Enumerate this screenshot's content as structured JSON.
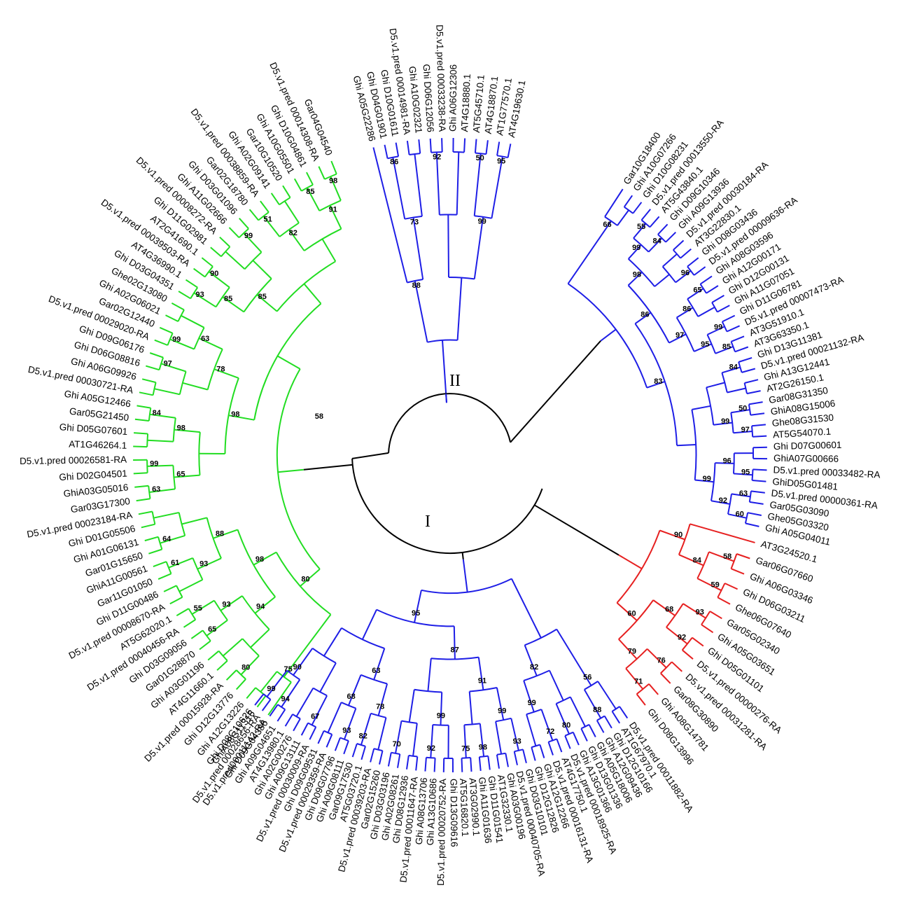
{
  "figure": {
    "clade_labels": [
      "I",
      "II"
    ],
    "colors": {
      "green": "#22dd22",
      "blue": "#1e1ee6",
      "red": "#e62020",
      "black": "#000000"
    }
  },
  "groups": [
    {
      "id": "II_top",
      "color": "blue",
      "leaves": [
        "AT4G19630.1",
        "AT1G77570.1",
        "AT4G18870.1",
        "AT5G45710.1",
        "AT4G18880.1",
        "Ghi A06G12306",
        "D5.v1.pred 00033238-RA",
        "Ghi D06G12056",
        "Ghi A10G02321",
        "D5.v1.pred 00014981-RA",
        "Ghi D10G01611",
        "Ghi D04G01901",
        "Ghi A05G22286"
      ],
      "bootstrap": [
        "95",
        "50",
        "92",
        "86",
        "99",
        "73",
        "88"
      ]
    },
    {
      "id": "green",
      "color": "green",
      "leaves": [
        "Gar04G04540",
        "D5.v1.pred 00014308-RA",
        "Ghi D10G04861",
        "Ghi A10G05501",
        "Gar10G10520",
        "Ghi A02G09141",
        "D5.v1.pred 00038859-RA",
        "Gar02G18780",
        "Ghi D03G01096",
        "Ghi A11G02666",
        "D5.v1.pred 00008272-RA",
        "Ghi D11G02981",
        "AT2G41690.1",
        "D5.v1.pred 00039503-RA",
        "AT4G36990.1",
        "Ghi D03G04351",
        "Ghe02G13080",
        "Ghi A02G06021",
        "Gar02G12440",
        "D5.v1.pred 00029020-RA",
        "Ghi D09G06176",
        "Ghi D06G08816",
        "Ghi A06G09926",
        "D5.v1.pred 00030721-RA",
        "Ghi A05G12466",
        "Gar05G21450",
        "Ghi D05G07601",
        "AT1G46264.1",
        "D5.v1.pred 00026581-RA",
        "Ghi D02G04501",
        "GhiA03G05016",
        "Gar03G17300",
        "D5.v1.pred 00023184-RA",
        "Ghi D01G05506",
        "Ghi A01G06131",
        "Gar01G15650",
        "GhiA11G00561",
        "Gar11G01050",
        "Ghi D11G00486",
        "D5.v1.pred 00008670-RA",
        "AT5G62020.1",
        "D5.v1.pred 00040456-RA",
        "Ghi D03G09056",
        "Gar01G28870",
        "Ghi A03G01196",
        "AT4G11660.1",
        "D5.v1.pred 00015928-RA",
        "Ghi D12G13776",
        "Ghi A12G13226",
        "GhiA08G11316",
        "D5.v1.pred00011142-RA"
      ],
      "bootstrap": [
        "98",
        "85",
        "51",
        "99",
        "90",
        "93",
        "99",
        "97",
        "84",
        "99",
        "63",
        "64",
        "61",
        "55",
        "65",
        "80",
        "91",
        "82",
        "85",
        "63",
        "98",
        "65",
        "93",
        "93",
        "75",
        "85",
        "78",
        "88",
        "94",
        "98",
        "98",
        "80"
      ]
    },
    {
      "id": "blue_bottom",
      "color": "blue",
      "leaves": [
        "Ghi D08G10626",
        "D5.v1.pred 00028656-RA",
        "Ghi D09G04386",
        "Ghi A09G04651",
        "AT4G13980.1",
        "Ghi A02G00276",
        "Ghi A09G13111",
        "D5.v1.pred 00030009-RA",
        "Ghi D09G09531",
        "D5.v1.pred 00029359-RA",
        "Ghi D09G07796",
        "Ghi A09G08111",
        "Gar09G17530",
        "AT5G03720.1",
        "D5.v1.pred 00039203-RA",
        "Gar02G15260",
        "Ghi D03G03196",
        "Ghi A02G08261",
        "Ghi D08G12936",
        "D5.v1.pred 00011647-RA",
        "Ghi A08G13706",
        "Ghi A13G10686",
        "D5.v1.pred 00020752-RA",
        "Ghi D13G09616",
        "AT5G16820.1",
        "AT3G02990.1",
        "Ghi A11G01636",
        "Ghi D11G01541",
        "AT1G32330.1",
        "Ghi A03G00196",
        "D5.v1.pred 00040705-RA",
        "Ghi D03G10101",
        "Ghi D12G12826",
        "Ghi A12G12266",
        "D5.v1.pred 00016131-RA",
        "AT4G17750.1",
        "D5.v1.pred 00018925-RA",
        "Ghi A13G01366",
        "Ghi D13G01336",
        "Ghi A05G18006",
        "Ghi A12G09436",
        "Ghi D12G10166",
        "AT1G67970.1",
        "D5.v1.pred 00011882-RA"
      ],
      "bootstrap": [
        "99",
        "94",
        "67",
        "93",
        "82",
        "70",
        "92",
        "75",
        "98",
        "93",
        "72",
        "80",
        "88",
        "90",
        "68",
        "78",
        "99",
        "99",
        "99",
        "56",
        "63",
        "91",
        "82",
        "87",
        "95"
      ]
    },
    {
      "id": "red",
      "color": "red",
      "leaves": [
        "Ghi D08G13996",
        "Ghi A08G14781",
        "Gar08G30890",
        "D5.v1.pred 00031281-RA",
        "D5.v1.pred 00000276-RA",
        "Ghi D05G01101",
        "Ghi A05G03651",
        "Gar05G02340",
        "Ghe06G07640",
        "Ghi D06G03211",
        "Ghi A06G03346",
        "Gar06G07660",
        "AT3G24520.1"
      ],
      "bootstrap": [
        "71",
        "76",
        "92",
        "93",
        "59",
        "58",
        "79",
        "68",
        "84",
        "60",
        "90"
      ]
    },
    {
      "id": "blue_right",
      "color": "blue",
      "leaves": [
        "Ghi A05G04011",
        "Ghe05G03320",
        "Gar05G03090",
        "D5.v1.pred 00000361-RA",
        "GhiD05G01481",
        "D5.v1.pred 00033482-RA",
        "GhiA07G00666",
        "Ghi D07G00601",
        "AT5G54070.1",
        "Ghe08G31530",
        "GhiA08G15006",
        "Gar08G31350",
        "AT2G26150.1",
        "Ghi A13G12441",
        "D5.v1.pred 00021132-RA",
        "Ghi D13G11381",
        "AT3G63350.1",
        "AT3G51910.1",
        "D5.v1.pred 00007473-RA",
        "Ghi D11G06781",
        "Ghi A11G07051",
        "Ghi D12G00131",
        "Ghi A12G00171",
        "Ghi A08G03596",
        "D5.v1.pred 00009636-RA",
        "Ghi D08G03436",
        "AT3G22830.1",
        "D5.v1.pred 00030184-RA",
        "Ghi A09G13936",
        "Ghi D09G10346",
        "AT5G43840.1",
        "D5.v1.pred 00013550-RA",
        "Ghi D10G08231",
        "Ghi A10G07266",
        "Gar10G18400"
      ],
      "bootstrap": [
        "60",
        "63",
        "95",
        "97",
        "50",
        "84",
        "85",
        "99",
        "65",
        "96",
        "84",
        "55",
        "92",
        "96",
        "99",
        "95",
        "86",
        "99",
        "66",
        "99",
        "97",
        "98",
        "86",
        "83"
      ]
    }
  ],
  "backbone_bootstrap": [
    "58"
  ]
}
